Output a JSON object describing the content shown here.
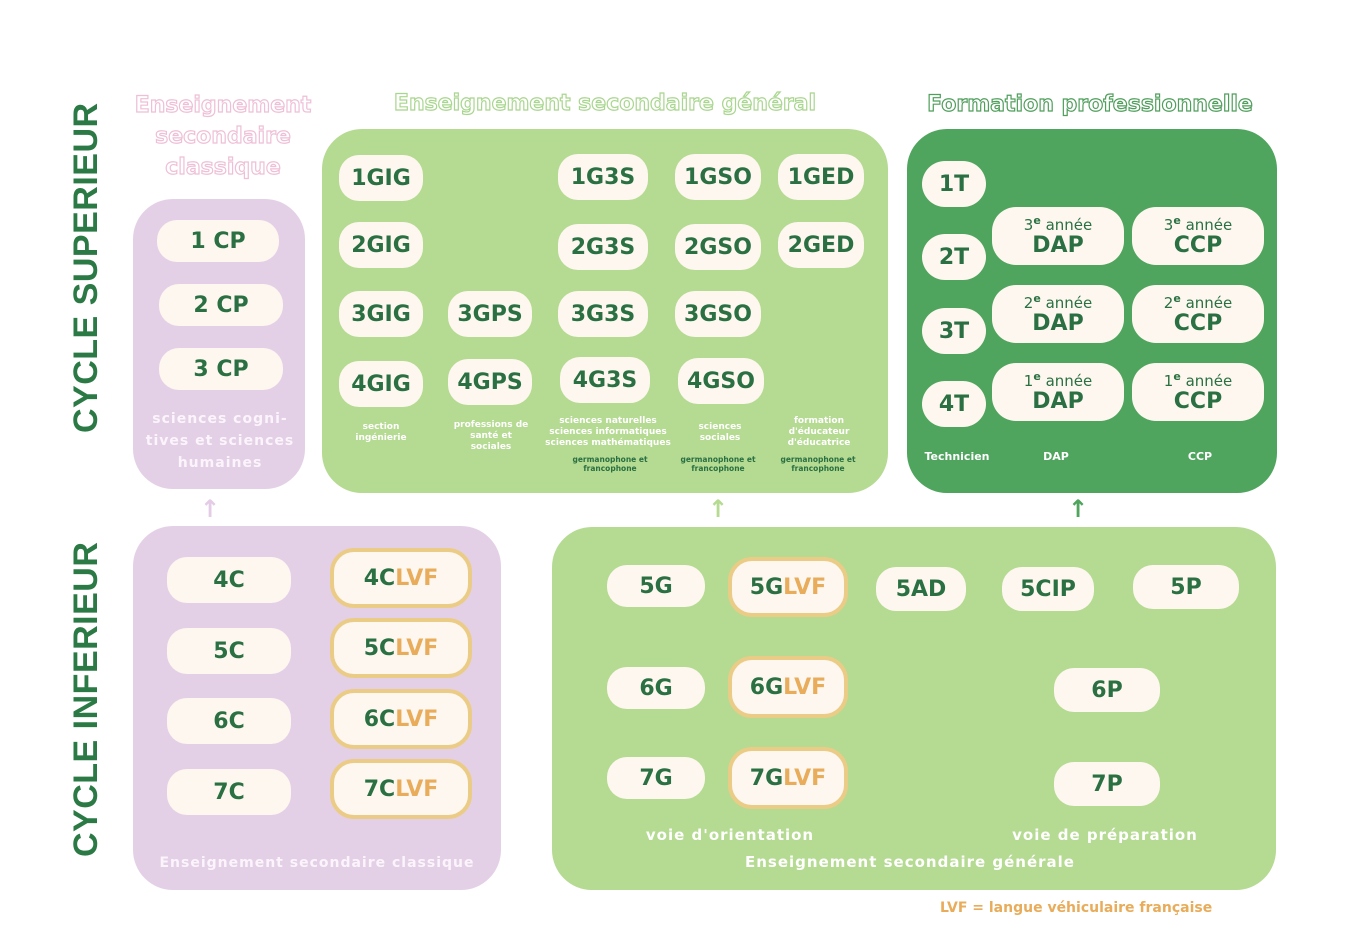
{
  "cycles": {
    "superieur": "CYCLE SUPERIEUR",
    "inferieur": "CYCLE INFERIEUR"
  },
  "titles": {
    "classique": "Enseignement secondaire classique",
    "general": "Enseignement secondaire général",
    "professionnelle": "Formation professionnelle"
  },
  "classique_sup": {
    "pills": [
      "1 CP",
      "2 CP",
      "3 CP"
    ],
    "caption": "sciences cogni-tives et sciences humaines"
  },
  "general_sup": {
    "col_gig": [
      "1GIG",
      "2GIG",
      "3GIG",
      "4GIG"
    ],
    "col_gps": [
      "3GPS",
      "4GPS"
    ],
    "col_g3s": [
      "1G3S",
      "2G3S",
      "3G3S",
      "4G3S"
    ],
    "col_gso": [
      "1GSO",
      "2GSO",
      "3GSO",
      "4GSO"
    ],
    "col_ged": [
      "1GED",
      "2GED"
    ],
    "captions": {
      "gig": "section ingénierie",
      "gps": "professions de santé et sociales",
      "g3s": "sciences naturelles sciences informatiques sciences mathématiques",
      "g3s_lang": "germanophone et francophone",
      "gso": "sciences sociales",
      "gso_lang": "germanophone et francophone",
      "ged": "formation d'éducateur d'éducatrice",
      "ged_lang": "germanophone et francophone"
    }
  },
  "pro_sup": {
    "tech": [
      "1T",
      "2T",
      "3T",
      "4T"
    ],
    "dap": [
      {
        "num": "3",
        "sup": "e",
        "annee": "année",
        "label": "DAP"
      },
      {
        "num": "2",
        "sup": "e",
        "annee": "année",
        "label": "DAP"
      },
      {
        "num": "1",
        "sup": "e",
        "annee": "année",
        "label": "DAP"
      }
    ],
    "ccp": [
      {
        "num": "3",
        "sup": "e",
        "annee": "année",
        "label": "CCP"
      },
      {
        "num": "2",
        "sup": "e",
        "annee": "année",
        "label": "CCP"
      },
      {
        "num": "1",
        "sup": "e",
        "annee": "année",
        "label": "CCP"
      }
    ],
    "captions": {
      "tech": "Technicien",
      "dap": "DAP",
      "ccp": "CCP"
    }
  },
  "classique_inf": {
    "pills": [
      "4C",
      "5C",
      "6C",
      "7C"
    ],
    "lvf_pills": [
      {
        "base": "4C",
        "suffix": "LVF"
      },
      {
        "base": "5C",
        "suffix": "LVF"
      },
      {
        "base": "6C",
        "suffix": "LVF"
      },
      {
        "base": "7C",
        "suffix": "LVF"
      }
    ],
    "caption": "Enseignement secondaire classique"
  },
  "general_inf": {
    "orientation": [
      "5G",
      "6G",
      "7G"
    ],
    "lvf_pills": [
      {
        "base": "5G",
        "suffix": "LVF"
      },
      {
        "base": "6G",
        "suffix": "LVF"
      },
      {
        "base": "7G",
        "suffix": "LVF"
      }
    ],
    "others": [
      "5AD",
      "5CIP"
    ],
    "preparation": [
      "5P",
      "6P",
      "7P"
    ],
    "caption_orientation": "voie d'orientation",
    "caption_preparation": "voie de préparation",
    "caption": "Enseignement secondaire générale"
  },
  "legend": "LVF = langue véhiculaire française",
  "arrow_glyph": "↑",
  "colors": {
    "lavender": "#e4d0e6",
    "light_green": "#b5da92",
    "dark_green": "#4fa45e",
    "text_green": "#2a7042",
    "pill_bg": "#fdf7ef",
    "lvf_orange": "#e8ac5a",
    "pink_title": "#eebfd6"
  }
}
